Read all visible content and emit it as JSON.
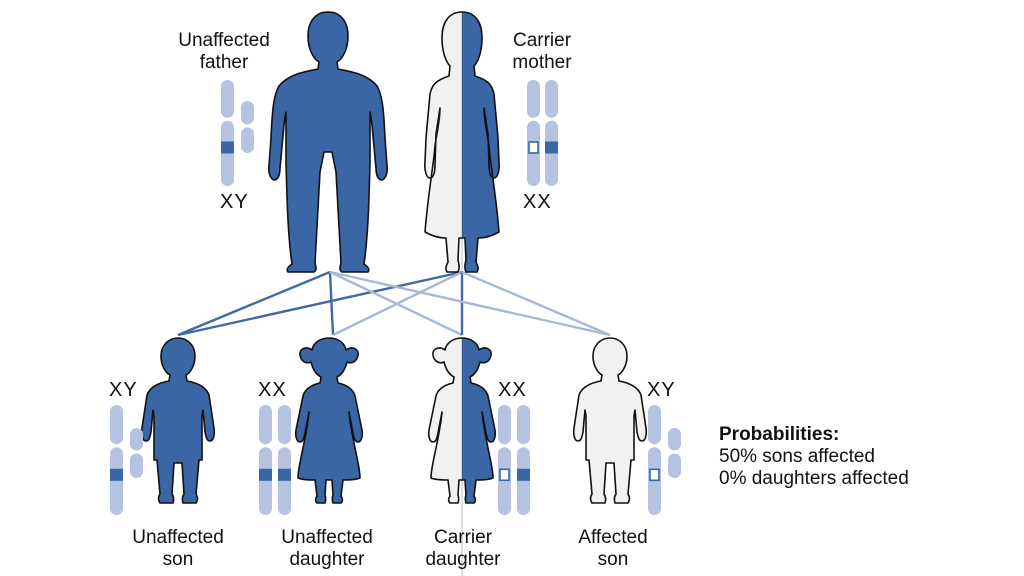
{
  "colors": {
    "affected_blue": "#3a66a6",
    "pale_chromosome": "#b5c2e0",
    "marker": "#3a66a6",
    "line_dark": "#3f6aa8",
    "line_light": "#a7b8d6",
    "figure_fill_light": "#f1f1f4",
    "outline": "#111111"
  },
  "parents": {
    "father": {
      "label_line1": "Unaffected",
      "label_line2": "father",
      "chromosomes": "XY",
      "status": "unaffected",
      "x_allele": "normal"
    },
    "mother": {
      "label_line1": "Carrier",
      "label_line2": "mother",
      "chromosomes": "XX",
      "status": "carrier",
      "x_alleles": [
        "recessive",
        "normal"
      ]
    }
  },
  "children": [
    {
      "label_line1": "Unaffected",
      "label_line2": "son",
      "chromosomes": "XY",
      "status": "unaffected",
      "sex": "male"
    },
    {
      "label_line1": "Unaffected",
      "label_line2": "daughter",
      "chromosomes": "XX",
      "status": "unaffected",
      "sex": "female"
    },
    {
      "label_line1": "Carrier",
      "label_line2": "daughter",
      "chromosomes": "XX",
      "status": "carrier",
      "sex": "female"
    },
    {
      "label_line1": "Affected",
      "label_line2": "son",
      "chromosomes": "XY",
      "status": "affected",
      "sex": "male"
    }
  ],
  "probabilities": {
    "title": "Probabilities:",
    "sons": "50% sons affected",
    "daughters": "0% daughters affected"
  }
}
